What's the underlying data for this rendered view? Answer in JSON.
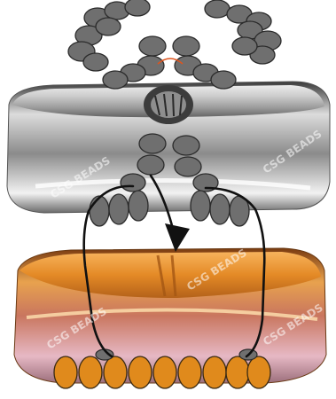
{
  "diagram": {
    "watermark": "CSG BEADS",
    "colors": {
      "seed_bead_gray": "#6f6f6f",
      "seed_bead_outline": "#2b2b2b",
      "seed_bead_orange": "#e08a1c",
      "thread": "#111111",
      "silver_bead": "#b9b9b9",
      "copper_bead": "#e3893a"
    },
    "components": [
      {
        "id": "top-seed-bead-cluster",
        "bead_color": "gray"
      },
      {
        "id": "silver-two-hole-bead",
        "finish": "silver"
      },
      {
        "id": "middle-seed-bead-cluster",
        "bead_color": "gray"
      },
      {
        "id": "orange-two-hole-bead",
        "finish": "copper-orange"
      },
      {
        "id": "bottom-seed-bead-row",
        "bead_color": "orange",
        "count": 9
      }
    ],
    "thread_path": {
      "arrow_direction": "down"
    }
  }
}
